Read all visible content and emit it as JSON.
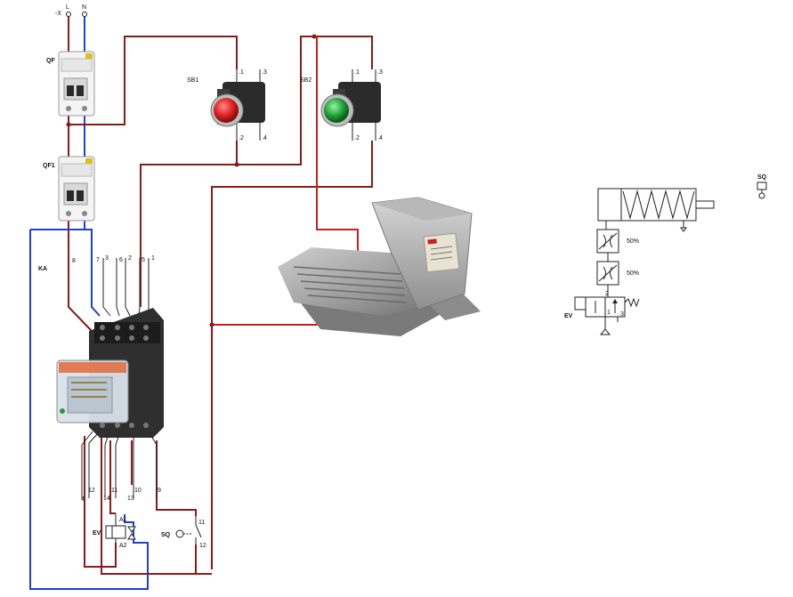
{
  "supply": {
    "l_label": "L",
    "n_label": "N",
    "x_mark": "-X"
  },
  "breakers": {
    "qf": "QF",
    "qf1": "QF1"
  },
  "buttons": {
    "sb1": "SB1",
    "sb2": "SB2",
    "t1": ".1",
    "t2": ".2",
    "t3": ".3",
    "t4": ".4",
    "red_color": "#e02424",
    "green_color": "#22a53a"
  },
  "relay": {
    "ka": "KA",
    "top_pins": [
      "8",
      "7",
      "3",
      "6",
      "2",
      "5",
      "1"
    ],
    "bottom_pins": [
      "4",
      "12",
      "14",
      "11",
      "13",
      "10",
      "9"
    ]
  },
  "coil": {
    "ev": "EV",
    "a1": "A1",
    "a2": "A2"
  },
  "limit_switch": {
    "sq": "SQ",
    "t11": "11",
    "t12": "12"
  },
  "pneumatic": {
    "sq": "SQ",
    "flow1": "50%",
    "flow2": "50%",
    "ev": "EV",
    "p1": "1",
    "p2": "2",
    "p3": "3"
  },
  "colors": {
    "wire_red": "#8b1a1a",
    "wire_blue": "#1f3fd8",
    "wire_bright": "#cc1f1f"
  }
}
